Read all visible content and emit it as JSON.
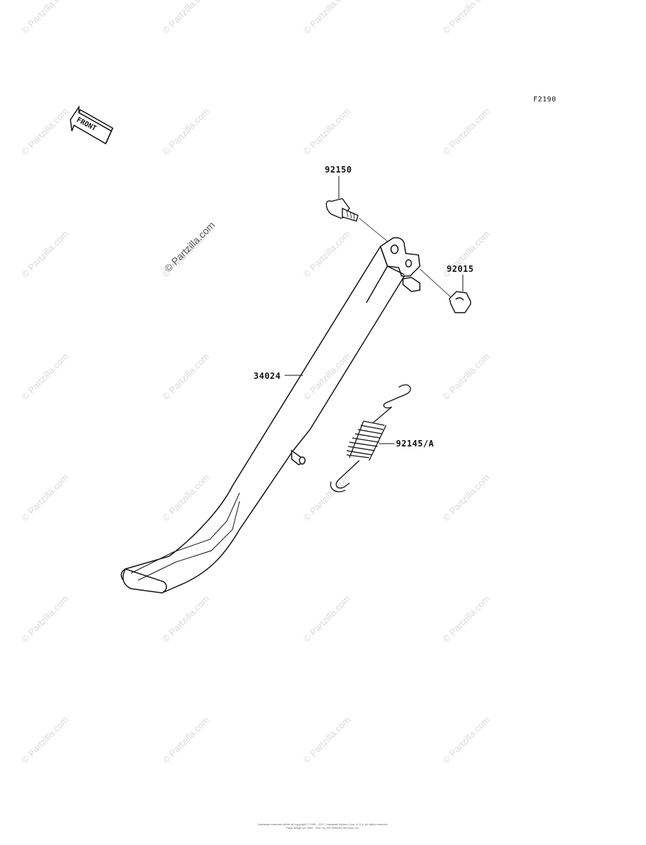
{
  "figure_id": "F2190",
  "front_label": "FRONT",
  "watermark_text": "© Partzilla.com",
  "callouts": {
    "bolt": "92150",
    "nut": "92015",
    "stand": "34024",
    "spring": "92145/A"
  },
  "copyright_line1": "Kawasaki materials within all copyright © 1995 - 2017, Kawasaki Motors Corp. U.S.A. All rights reserved.",
  "copyright_line2": "Page design (c) 2002 - 2017 by ARI Network Services, Inc.",
  "colors": {
    "line": "#111111",
    "watermark": "#dadada"
  }
}
